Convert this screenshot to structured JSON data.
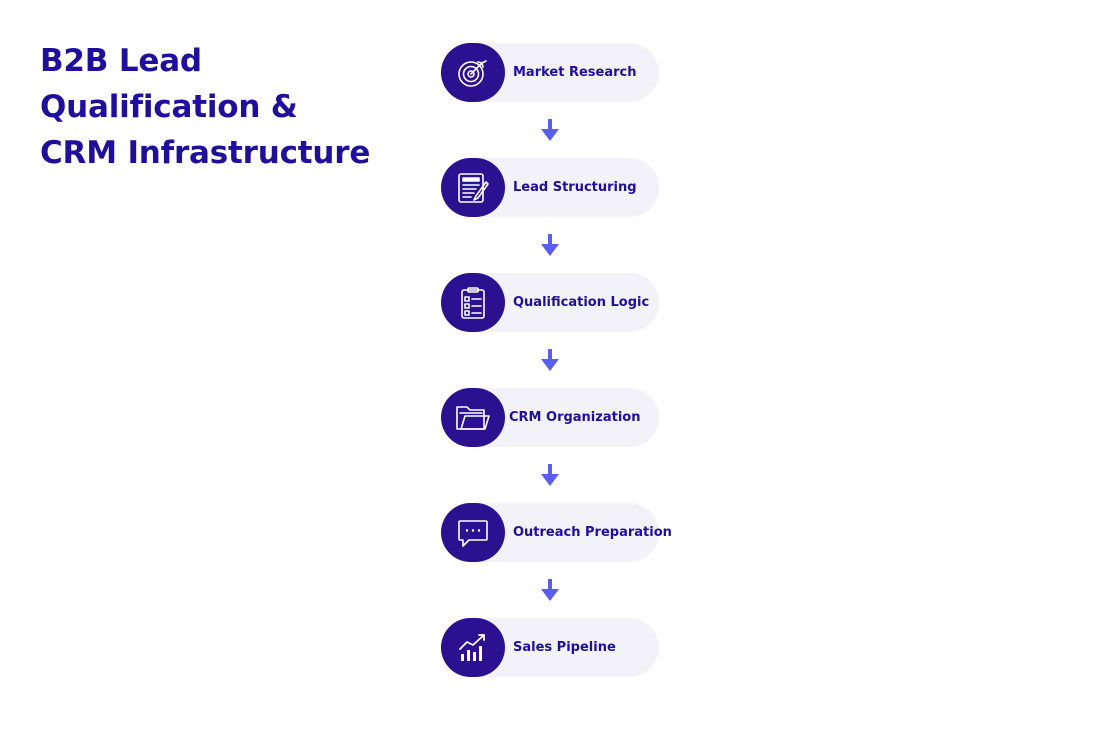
{
  "title_lines": [
    "B2B Lead",
    "Qualification &",
    "CRM Infrastructure"
  ],
  "steps": [
    {
      "label": "Market Research",
      "icon": "target-icon"
    },
    {
      "label": "Lead Structuring",
      "icon": "document-edit-icon"
    },
    {
      "label": "Qualification Logic",
      "icon": "clipboard-checklist-icon"
    },
    {
      "label": "CRM Organization",
      "icon": "folder-open-icon"
    },
    {
      "label": "Outreach Preparation",
      "icon": "chat-bubble-icon"
    },
    {
      "label": "Sales Pipeline",
      "icon": "bar-chart-growth-icon"
    }
  ],
  "colors": {
    "title": "#1f0f9c",
    "circle": "#2a118f",
    "pill": "#f3f2f8",
    "arrow": "#5a5ef0"
  }
}
